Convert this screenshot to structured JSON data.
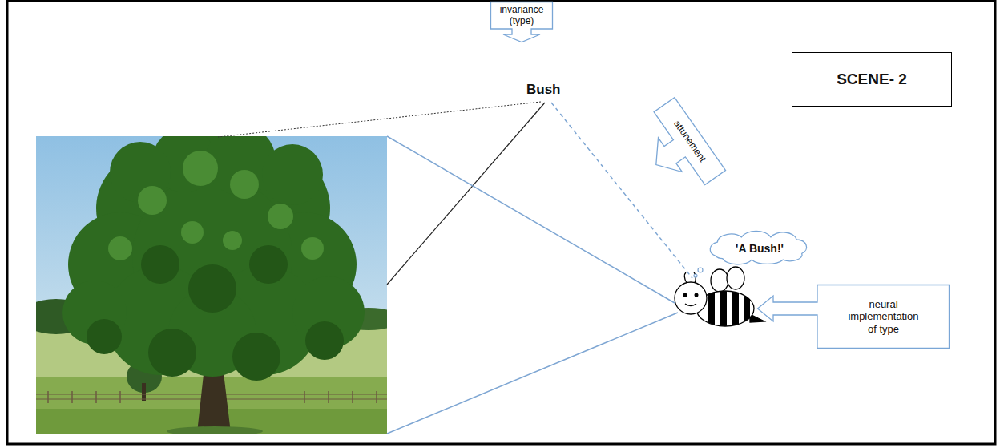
{
  "diagram": {
    "nodes": [
      {
        "text": [
          "invariance (type)"
        ]
      },
      {
        "text": [
          "SCENE- 2"
        ]
      },
      {
        "text": [
          "attunement"
        ]
      },
      {
        "text": [
          "'A Bush!'"
        ]
      },
      {
        "text": [
          "neural implementation of type"
        ]
      }
    ],
    "labels": [
      "Bush"
    ]
  }
}
